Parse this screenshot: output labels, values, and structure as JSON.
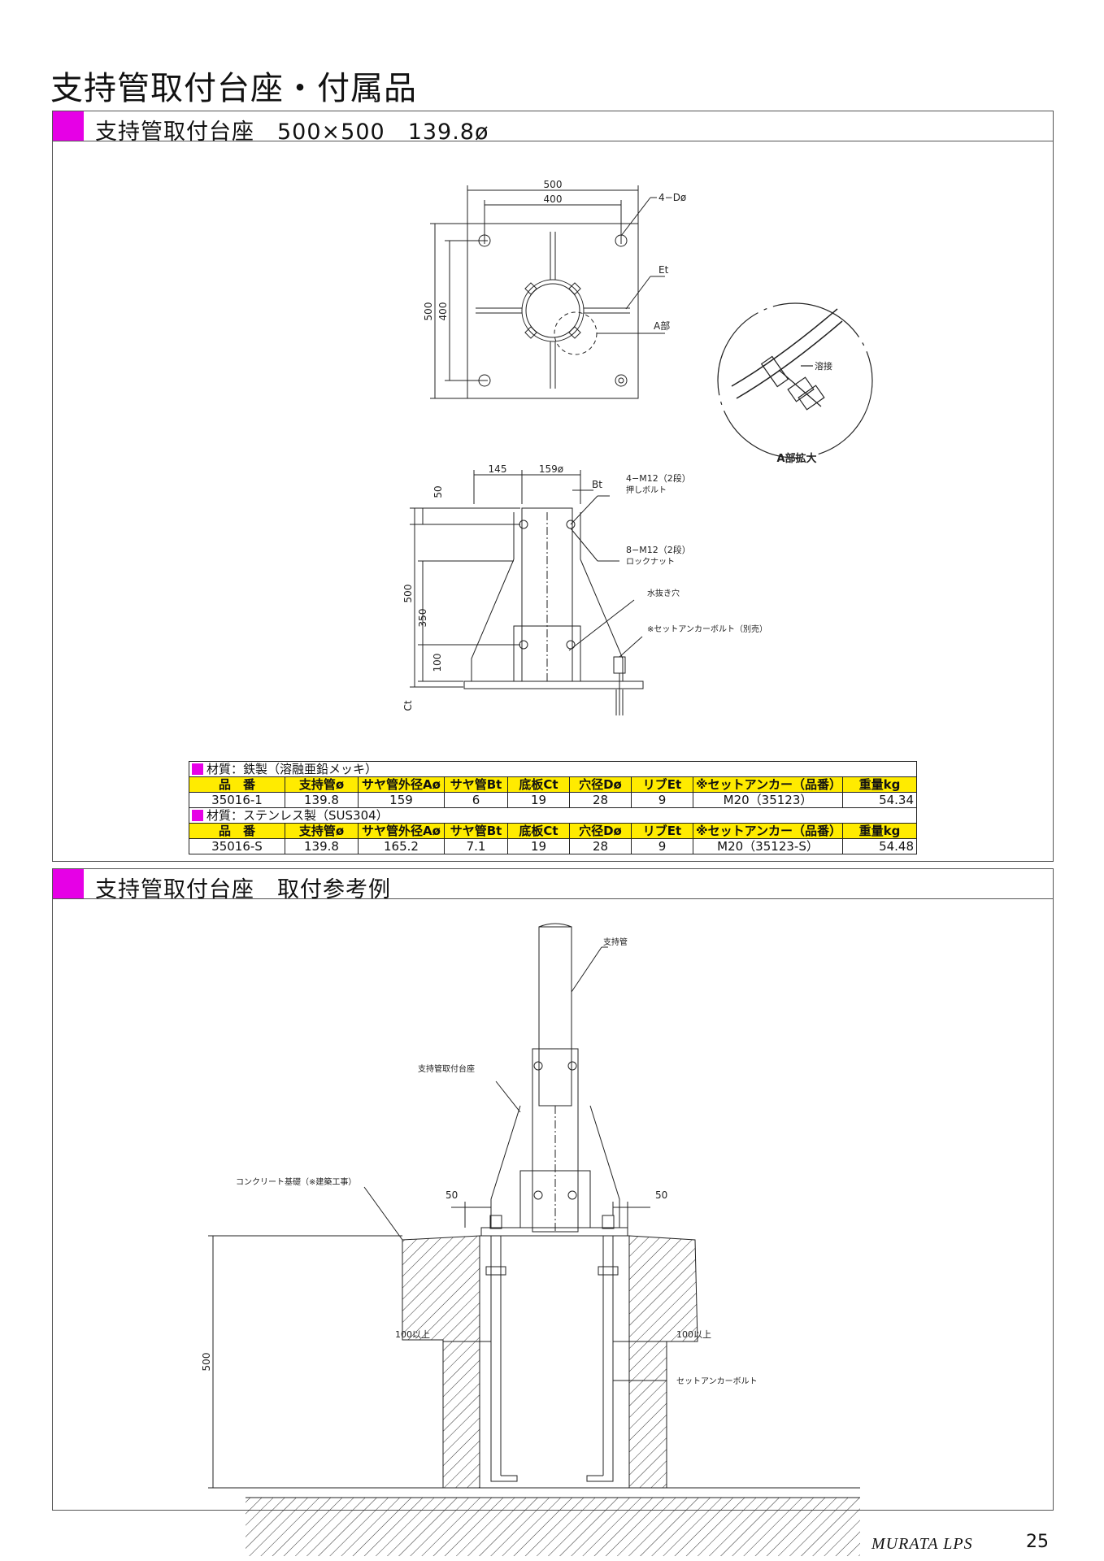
{
  "page_title": "支持管取付台座・付属品",
  "section1": {
    "title": "支持管取付台座　500×500　139.8ø"
  },
  "section2": {
    "title": "支持管取付台座　取付参考例"
  },
  "drawing1": {
    "dim_500": "500",
    "dim_400": "400",
    "hole": "4−Dø",
    "rib": "Et",
    "part_a": "A部",
    "v500": "500",
    "v400": "400"
  },
  "detail": {
    "weld": "溶接",
    "caption": "A部拡大"
  },
  "drawing2": {
    "d145": "145",
    "d159": "159ø",
    "bt": "Bt",
    "push_bolt_1": "4−M12（2段）",
    "push_bolt_2": "押しボルト",
    "lock_nut_1": "8−M12（2段）",
    "lock_nut_2": "ロックナット",
    "drain": "水抜き穴",
    "anchor": "※セットアンカーボルト（別売）",
    "v50": "50",
    "v500": "500",
    "v350": "350",
    "v100": "100",
    "ct": "Ct"
  },
  "table": {
    "material_iron": "材質：鉄製（溶融亜鉛メッキ）",
    "material_sus": "材質：ステンレス製（SUS304）",
    "headers": [
      "品　番",
      "支持管ø",
      "サヤ管外径Aø",
      "サヤ管Bt",
      "底板Ct",
      "穴径Dø",
      "リブEt",
      "※セットアンカー（品番）",
      "重量kg"
    ],
    "row_iron": [
      "35016-1",
      "139.8",
      "159",
      "6",
      "19",
      "28",
      "9",
      "M20（35123）",
      "54.34"
    ],
    "row_sus": [
      "35016-S",
      "139.8",
      "165.2",
      "7.1",
      "19",
      "28",
      "9",
      "M20（35123-S）",
      "54.48"
    ]
  },
  "drawing3": {
    "pipe": "支持管",
    "base": "支持管取付台座",
    "concrete": "コンクリート基礎（※建築工事）",
    "d50_left": "50",
    "d50_right": "50",
    "d500": "500",
    "min100_left": "100以上",
    "min100_right": "100以上",
    "anchor": "セットアンカーボルト"
  },
  "footer": {
    "brand": "MURATA LPS",
    "page": "25"
  }
}
